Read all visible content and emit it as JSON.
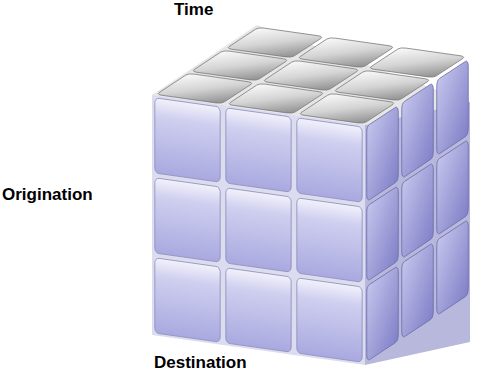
{
  "diagram": {
    "labels": [
      "Time",
      "Origination",
      "Destination"
    ]
  }
}
